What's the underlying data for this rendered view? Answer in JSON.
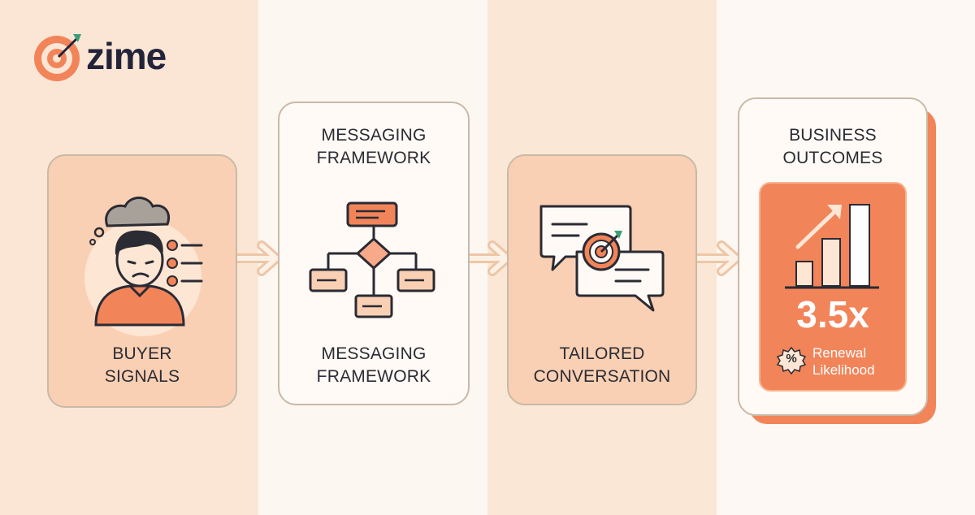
{
  "brand": {
    "name": "zime"
  },
  "steps": [
    {
      "label": "BUYER SIGNALS",
      "icon": "person-thinking-icon"
    },
    {
      "label_top": "MESSAGING FRAMEWORK",
      "label_bottom": "MESSAGING FRAMEWORK",
      "icon": "flowchart-icon"
    },
    {
      "label": "TAILORED CONVERSATION",
      "icon": "chat-bubbles-target-icon"
    },
    {
      "label": "BUSINESS OUTCOMES",
      "icon": "growth-bar-chart-icon"
    }
  ],
  "outcome": {
    "value": "3.5x",
    "caption": "Renewal Likelihood",
    "badge_symbol": "%"
  },
  "colors": {
    "accent": "#f2845a",
    "dark": "#2b2b33",
    "card_peach": "#f9d0b4",
    "card_light": "#fffaf6"
  }
}
